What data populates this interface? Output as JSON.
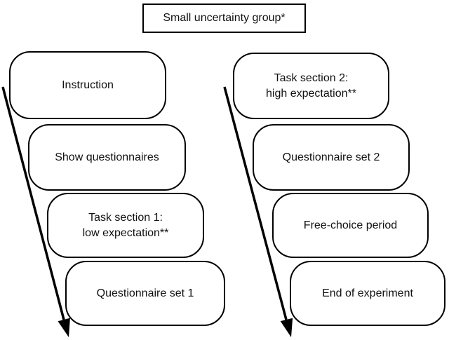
{
  "diagram": {
    "title": "Small uncertainty group*",
    "columns": [
      {
        "name": "first-session",
        "steps": [
          {
            "label": "Instruction"
          },
          {
            "label": "Show questionnaires"
          },
          {
            "label": "Task section 1:\nlow expectation**"
          },
          {
            "label": "Questionnaire set 1"
          }
        ]
      },
      {
        "name": "second-session",
        "steps": [
          {
            "label": "Task section 2:\nhigh expectation**"
          },
          {
            "label": "Questionnaire set 2"
          },
          {
            "label": "Free-choice period"
          },
          {
            "label": "End of experiment"
          }
        ]
      }
    ],
    "arrows": [
      {
        "name": "left-flow-arrow",
        "direction": "top-left to bottom"
      },
      {
        "name": "right-flow-arrow",
        "direction": "top-left to bottom"
      }
    ],
    "colors": {
      "stroke": "#000000",
      "background": "#ffffff",
      "text": "#111111"
    }
  }
}
